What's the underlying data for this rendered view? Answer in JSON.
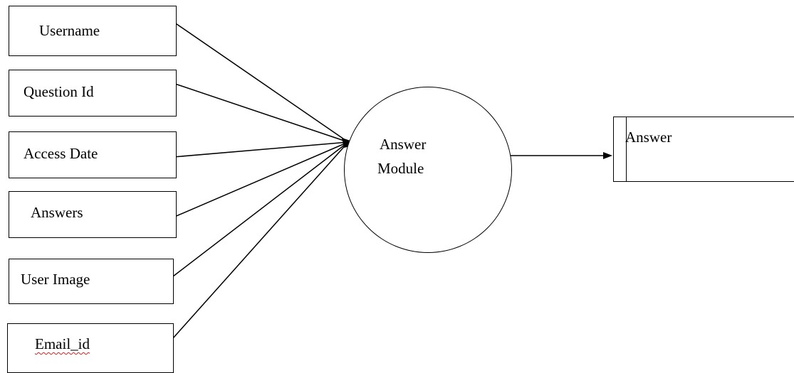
{
  "inputs": [
    {
      "label": "Username"
    },
    {
      "label": "Question Id"
    },
    {
      "label": "Access Date"
    },
    {
      "label": "Answers"
    },
    {
      "label": "User Image"
    },
    {
      "label": "Email_id"
    }
  ],
  "process": {
    "line1": "Answer",
    "line2": "Module"
  },
  "data_store": {
    "label": "Answer"
  }
}
